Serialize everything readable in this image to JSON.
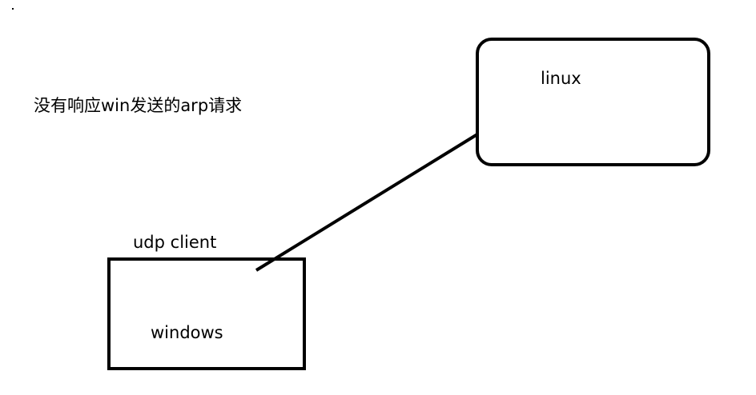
{
  "annotation": "没有响应win发送的arp请求",
  "nodes": {
    "linux": {
      "label": "linux"
    },
    "windows": {
      "label": "windows",
      "caption": "udp client"
    }
  },
  "colors": {
    "stroke": "#000000",
    "background": "#ffffff"
  }
}
